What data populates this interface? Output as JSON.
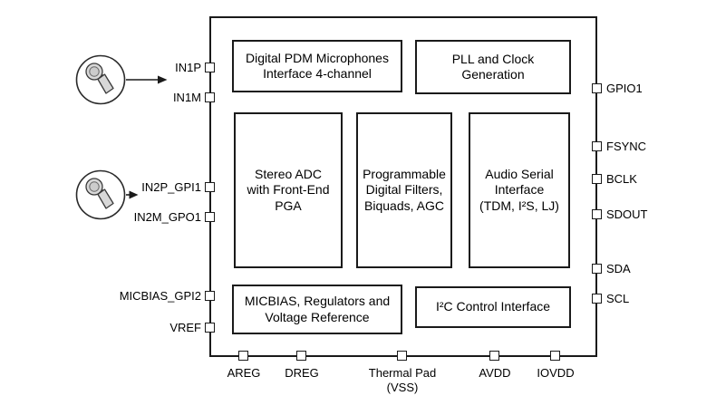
{
  "diagram": {
    "blocks": {
      "pdm_interface": {
        "label": "Digital PDM Microphones\nInterface 4-channel"
      },
      "pll_clock": {
        "label": "PLL and Clock\nGeneration"
      },
      "stereo_adc": {
        "label": "Stereo ADC\nwith Front-End\nPGA"
      },
      "digital_filters": {
        "label": "Programmable\nDigital Filters,\nBiquads, AGC"
      },
      "audio_serial": {
        "label": "Audio Serial\nInterface\n(TDM, I²S, LJ)"
      },
      "micbias_regulators": {
        "label": "MICBIAS, Regulators and\nVoltage Reference"
      },
      "i2c_control": {
        "label": "I²C Control Interface"
      }
    },
    "pins": {
      "left": [
        "IN1P",
        "IN1M",
        "IN2P_GPI1",
        "IN2M_GPO1",
        "MICBIAS_GPI2",
        "VREF"
      ],
      "right": [
        "GPIO1",
        "FSYNC",
        "BCLK",
        "SDOUT",
        "SDA",
        "SCL"
      ],
      "bottom": [
        "AREG",
        "DREG",
        "Thermal Pad\n(VSS)",
        "AVDD",
        "IOVDD"
      ]
    },
    "icons": {
      "microphone": "handheld-microphone",
      "arrow": "right-arrow"
    },
    "colors": {
      "line": "#1a1a1a",
      "background": "#ffffff",
      "mic_fill": "#d8d8d8"
    }
  }
}
